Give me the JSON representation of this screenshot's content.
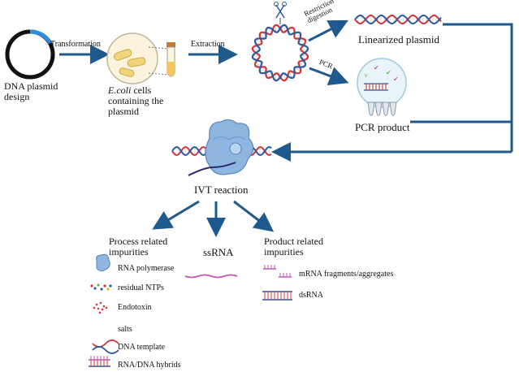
{
  "labels": {
    "dna_plasmid_design": [
      "DNA plasmid",
      "design"
    ],
    "transformation": "Transformation",
    "ecoli_prefix": "E.coli",
    "ecoli_rest": [
      " cells",
      "containing the",
      "plasmid"
    ],
    "extraction": "Extraction",
    "restriction_digestion": [
      "Restriction",
      "digestion"
    ],
    "linearized_plasmid": "Linearized plasmid",
    "pcr": "PCR",
    "pcr_product": "PCR product",
    "ivt_reaction": "IVT reaction",
    "process_related": [
      "Process related",
      "impurities"
    ],
    "ssrna": "ssRNA",
    "product_related": [
      "Product related",
      "impurities"
    ],
    "rna_polymerase": "RNA polymerase",
    "residual_ntps": "residual NTPs",
    "endotoxin": "Endotoxin",
    "salts": "salts",
    "dna_template": "DNA template",
    "rna_dna_hybrids": "RNA/DNA hybrids",
    "mrna_fragments": "mRNA fragments/aggregates",
    "dsrna": "dsRNA"
  },
  "colors": {
    "arrow": "#1f5a8f",
    "dna_red": "#d1343a",
    "dna_blue": "#2a5aa0",
    "rna_pink": "#c45ab6",
    "polymerase": "#8fb6e0"
  },
  "icons": [
    "scissors-icon",
    "plasmid-icon",
    "ecoli-dish-icon",
    "tube-icon",
    "pcr-tubes-icon",
    "polymerase-icon"
  ]
}
